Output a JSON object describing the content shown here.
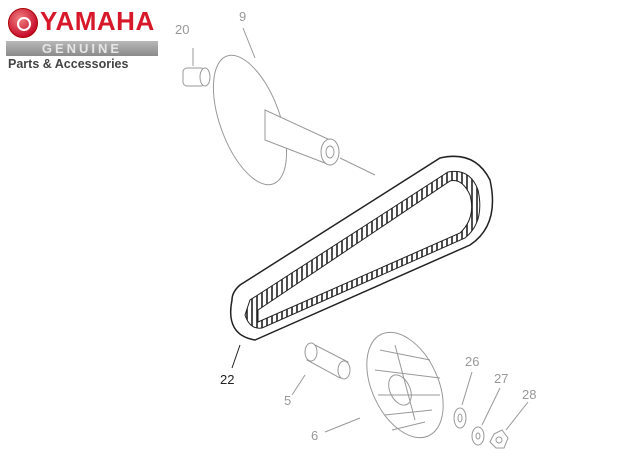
{
  "logo": {
    "brand": "YAMAHA",
    "genuine": "GENUINE",
    "tagline": "Parts & Accessories"
  },
  "callouts": [
    {
      "id": "20",
      "name": "callout-20"
    },
    {
      "id": "9",
      "name": "callout-9"
    },
    {
      "id": "22",
      "name": "callout-22"
    },
    {
      "id": "5",
      "name": "callout-5"
    },
    {
      "id": "6",
      "name": "callout-6"
    },
    {
      "id": "26",
      "name": "callout-26"
    },
    {
      "id": "27",
      "name": "callout-27"
    },
    {
      "id": "28",
      "name": "callout-28"
    }
  ],
  "colors": {
    "brand": "#d7182a",
    "highlight_part": "#222222",
    "faded_part": "#999999"
  }
}
